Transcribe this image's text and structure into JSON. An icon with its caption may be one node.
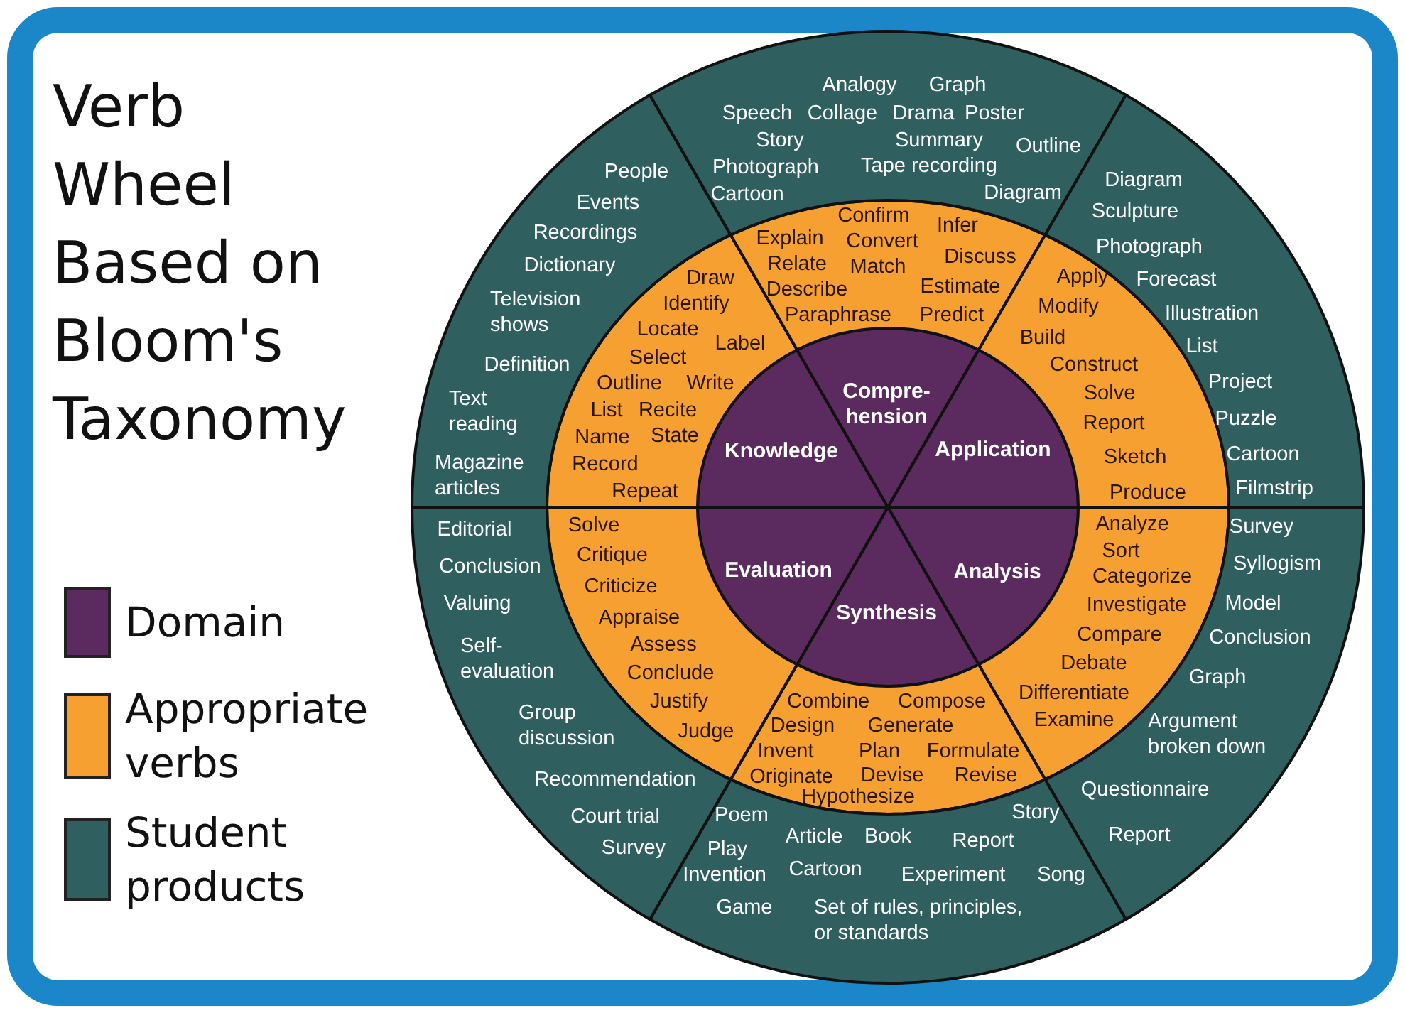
{
  "diagram": {
    "title": "Verb Wheel Based on Bloom's Taxonomy",
    "nodes": [
      {
        "text": [
          "Knowledge"
        ]
      },
      {
        "text": [
          "Compre-hension"
        ]
      },
      {
        "text": [
          "Application"
        ]
      },
      {
        "text": [
          "Analysis"
        ]
      },
      {
        "text": [
          "Synthesis"
        ]
      },
      {
        "text": [
          "Evaluation"
        ]
      },
      {
        "text": [
          "Draw",
          "Identify",
          "Locate",
          "Label",
          "Select",
          "Outline",
          "Write",
          "List",
          "Recite",
          "Name",
          "State",
          "Record",
          "Repeat"
        ]
      },
      {
        "text": [
          "Confirm",
          "Infer",
          "Explain",
          "Convert",
          "Relate",
          "Match",
          "Discuss",
          "Describe",
          "Estimate",
          "Paraphrase",
          "Predict"
        ]
      },
      {
        "text": [
          "Apply",
          "Modify",
          "Build",
          "Construct",
          "Solve",
          "Report",
          "Sketch",
          "Produce"
        ]
      },
      {
        "text": [
          "Analyze",
          "Sort",
          "Categorize",
          "Investigate",
          "Compare",
          "Debate",
          "Differentiate",
          "Examine"
        ]
      },
      {
        "text": [
          "Combine",
          "Compose",
          "Design",
          "Generate",
          "Invent",
          "Plan",
          "Formulate",
          "Originate",
          "Devise",
          "Revise",
          "Hypothesize"
        ]
      },
      {
        "text": [
          "Solve",
          "Critique",
          "Criticize",
          "Appraise",
          "Assess",
          "Conclude",
          "Justify",
          "Judge"
        ]
      },
      {
        "text": [
          "People",
          "Events",
          "Recordings",
          "Dictionary",
          "Television shows",
          "Definition",
          "Text reading",
          "Magazine articles"
        ]
      },
      {
        "text": [
          "Analogy",
          "Graph",
          "Speech",
          "Collage",
          "Drama",
          "Poster",
          "Story",
          "Summary",
          "Outline",
          "Photograph",
          "Tape recording",
          "Cartoon",
          "Diagram"
        ]
      },
      {
        "text": [
          "Diagram",
          "Sculpture",
          "Photograph",
          "Forecast",
          "Illustration",
          "List",
          "Project",
          "Puzzle",
          "Cartoon",
          "Filmstrip"
        ]
      },
      {
        "text": [
          "Survey",
          "Syllogism",
          "Model",
          "Conclusion",
          "Graph",
          "Argument broken down",
          "Questionnaire",
          "Report"
        ]
      },
      {
        "text": [
          "Poem",
          "Story",
          "Article",
          "Book",
          "Report",
          "Play",
          "Invention",
          "Cartoon",
          "Experiment",
          "Song",
          "Game",
          "Set of rules, principles, or standards"
        ]
      },
      {
        "text": [
          "Editorial",
          "Conclusion",
          "Valuing",
          "Self-evaluation",
          "Group discussion",
          "Recommendation",
          "Court trial",
          "Survey"
        ]
      }
    ],
    "legend": [
      {
        "text": "Domain",
        "color": "#5b2a5e"
      },
      {
        "text": "Appropriate verbs",
        "color": "#f7a032"
      },
      {
        "text": "Student products",
        "color": "#2f5f5e"
      }
    ]
  }
}
